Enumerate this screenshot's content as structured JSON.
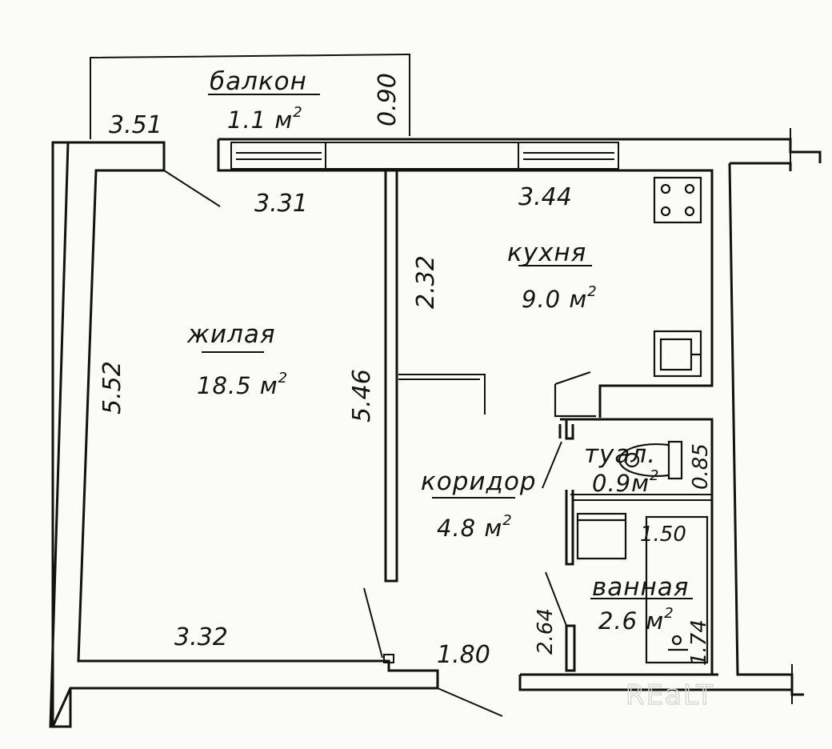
{
  "rooms": {
    "balcony": {
      "name": "балкон",
      "area": "1.1 м",
      "unit_sup": "2"
    },
    "living": {
      "name": "жилая",
      "area": "18.5 м",
      "unit_sup": "2"
    },
    "kitchen": {
      "name": "кухня",
      "area": "9.0 м",
      "unit_sup": "2"
    },
    "corridor": {
      "name": "коридор",
      "area": "4.8 м",
      "unit_sup": "2"
    },
    "toilet": {
      "name": "туал.",
      "area": "0.9м",
      "unit_sup": "2"
    },
    "bathroom": {
      "name": "ванная",
      "area": "2.6 м",
      "unit_sup": "2"
    }
  },
  "dimensions": {
    "balcony_length": "3.51",
    "balcony_depth": "0.90",
    "living_top": "3.31",
    "living_left": "5.52",
    "living_right": "5.46",
    "living_bottom": "3.32",
    "kitchen_top": "3.44",
    "kitchen_side": "2.32",
    "corridor_bottom": "1.80",
    "toilet_side": "0.85",
    "bath_top": "1.50",
    "bath_left": "2.64",
    "bath_right": "1.74"
  },
  "watermark": "REaLT"
}
